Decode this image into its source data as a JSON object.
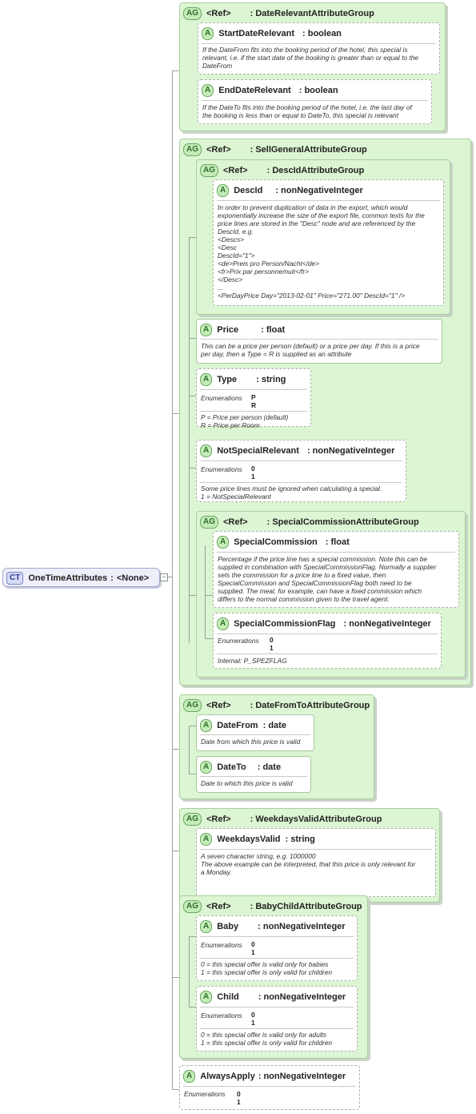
{
  "root": {
    "badge": "CT",
    "name": "OneTimeAttributes",
    "type": "<None>"
  },
  "badges": {
    "ag": "AG",
    "a": "A"
  },
  "ref": "<Ref>",
  "g1": {
    "name": "DateRelevantAttributeGroup",
    "a1": {
      "name": "StartDateRelevant",
      "type": "boolean",
      "desc": "If the DateFrom fits into the booking period of the hotel, this special is\nrelevant, i.e. if the start date of the booking is greater than or equal to the\nDateFrom"
    },
    "a2": {
      "name": "EndDateRelevant",
      "type": "boolean",
      "desc": "If the DateTo fits into the booking period of the hotel, i.e. the last day of\nthe booking is less than or equal to DateTo, this special is relevant"
    }
  },
  "g2": {
    "name": "SellGeneralAttributeGroup",
    "sub1": {
      "name": "DescIdAttributeGroup",
      "a1": {
        "name": "DescId",
        "type": "nonNegativeInteger",
        "desc": "In order to prevent duplication of data in the export, which would\nexponentially increase the size of the export file, common texts for the\nprice lines are stored in the \"Desc\" node and are referenced by the\nDescId, e.g.\n<Descs>\n<Desc\nDescId=\"1\">\n<de>Preis pro Person/Nacht</de>\n<fr>Prix par personne/nuit</fr>\n</Desc>\n...\n<PerDayPrice Day=\"2013-02-01\" Price=\"271.00\" DescId=\"1\" />"
      }
    },
    "price": {
      "name": "Price",
      "type": "float",
      "desc": "This can be a price per person (default) or a price per day. If this is a price\nper day, then a Type = R is supplied as an attribute"
    },
    "type": {
      "name": "Type",
      "type": "string",
      "enum_label": "Enumerations",
      "enums": "P\nR",
      "desc": "P = Price per person (default)\nR = Price per Room"
    },
    "nsr": {
      "name": "NotSpecialRelevant",
      "type": "nonNegativeInteger",
      "enum_label": "Enumerations",
      "enums": "0\n1",
      "desc": "Some price lines must be ignored when calculating a special.\n1 = NotSpecialRelevant"
    },
    "sub2": {
      "name": "SpecialCommissionAttributeGroup",
      "a1": {
        "name": "SpecialCommission",
        "type": "float",
        "desc": "Percentage if the price line has a special commission. Note this can be\nsupplied in combination with SpecialCommissionFlag. Normally a supplier\nsets the commission for a price line to a fixed value, then\nSpecialCommission and SpecialCommissionFlag both need to be\nsupplied. The meal, for example, can have a fixed commission which\ndiffers to the normal commission given to the travel agent."
      },
      "a2": {
        "name": "SpecialCommissionFlag",
        "type": "nonNegativeInteger",
        "enum_label": "Enumerations",
        "enums": "0\n1",
        "desc": "Internal: P_SPEZFLAG"
      }
    }
  },
  "g3": {
    "name": "DateFromToAttributeGroup",
    "a1": {
      "name": "DateFrom",
      "type": "date",
      "desc": "Date from which this price is valid"
    },
    "a2": {
      "name": "DateTo",
      "type": "date",
      "desc": "Date to which this price is valid"
    }
  },
  "g4": {
    "name": "WeekdaysValidAttributeGroup",
    "a1": {
      "name": "WeekdaysValid",
      "type": "string",
      "desc": "A seven character string, e.g. 1000000\nThe above example can be interpreted, that this price is only relevant for\na Monday."
    }
  },
  "g5": {
    "name": "BabyChildAttributeGroup",
    "a1": {
      "name": "Baby",
      "type": "nonNegativeInteger",
      "enum_label": "Enumerations",
      "enums": "0\n1",
      "desc": "0 = this special offer is valid only for babies\n1 = this special offer is only valid for children"
    },
    "a2": {
      "name": "Child",
      "type": "nonNegativeInteger",
      "enum_label": "Enumerations",
      "enums": "0\n1",
      "desc": "0 = this special offer is valid only for adults\n1 = this special offer is only valid for children"
    }
  },
  "always": {
    "name": "AlwaysApply",
    "type": "nonNegativeInteger",
    "enum_label": "Enumerations",
    "enums": "0\n1"
  }
}
